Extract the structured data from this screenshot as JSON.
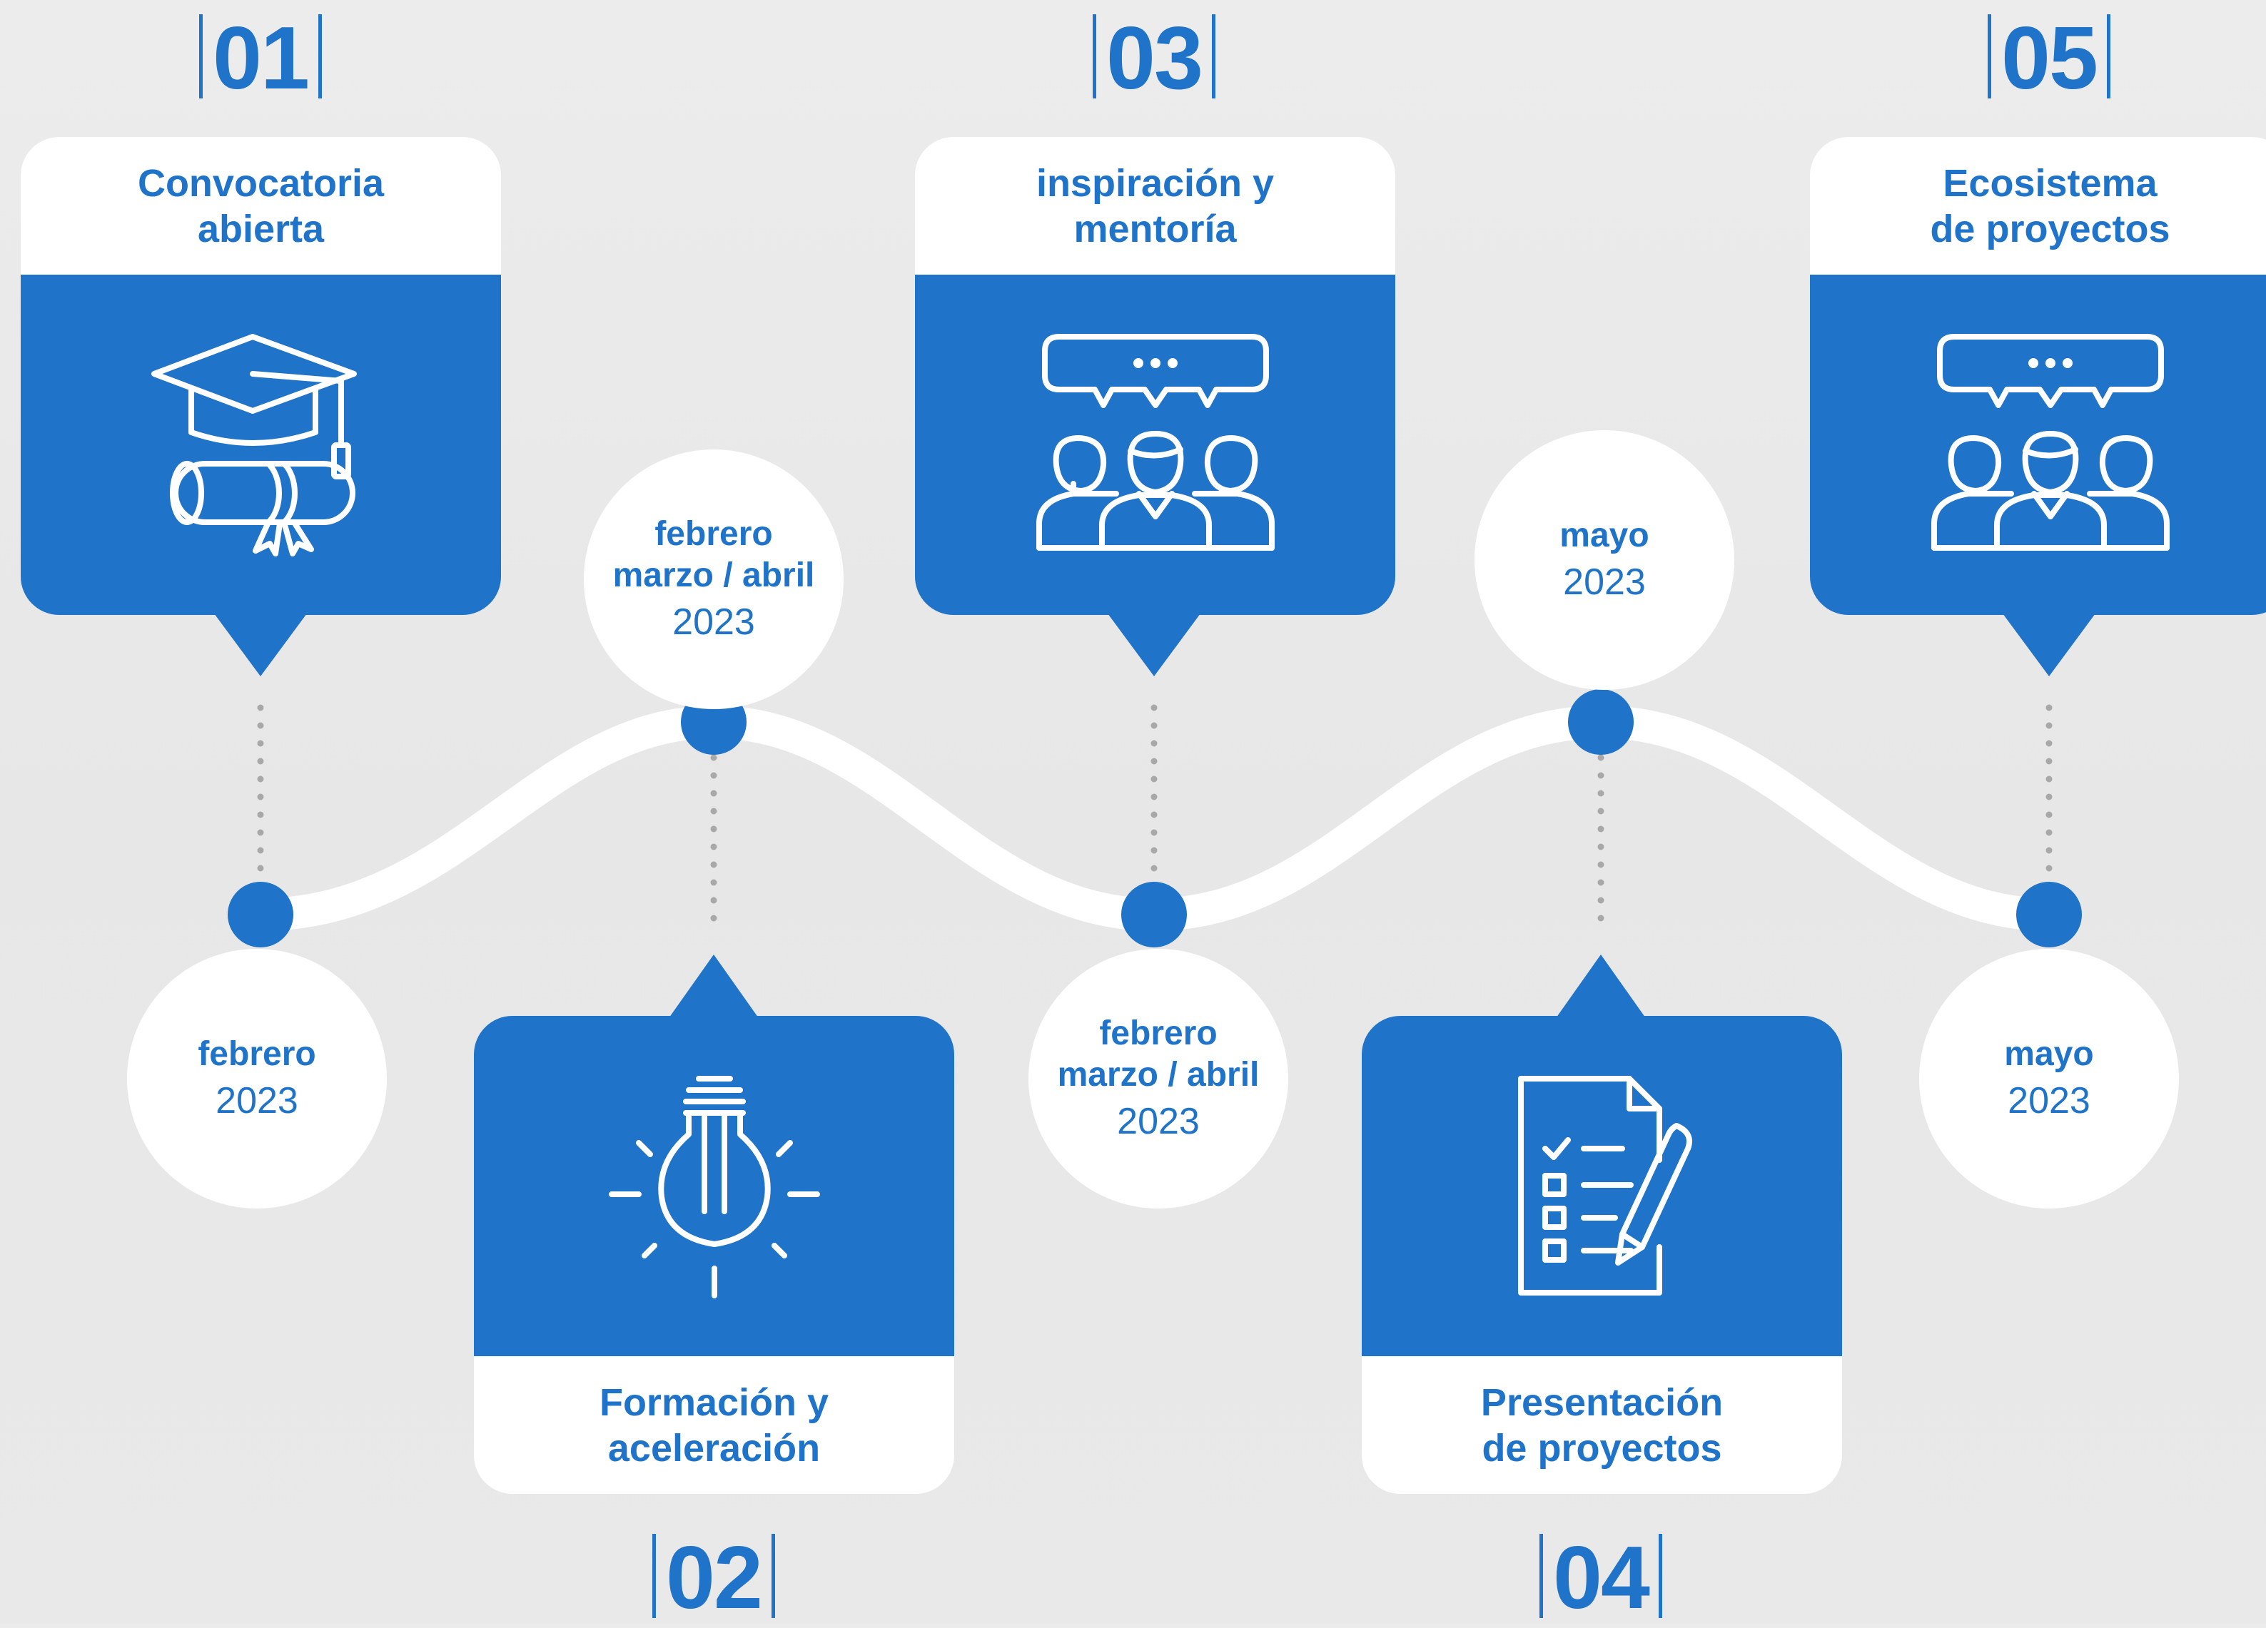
{
  "colors": {
    "accent": "#1f73c8",
    "white": "#ffffff",
    "dots": "#a8a8a8",
    "background": "#e9e9e9"
  },
  "stages": [
    {
      "number": "01",
      "title_lines": [
        "Convocatoria",
        "abierta"
      ],
      "icon": "graduation-cap-diploma-icon",
      "date_lines": [
        "febrero"
      ],
      "year": "2023"
    },
    {
      "number": "02",
      "title_lines": [
        "Formación y",
        "aceleración"
      ],
      "icon": "lightbulb-icon",
      "date_lines": [
        "febrero",
        "marzo / abril"
      ],
      "year": "2023"
    },
    {
      "number": "03",
      "title_lines": [
        "inspiración y",
        "mentoría"
      ],
      "icon": "group-discussion-icon",
      "date_lines": [
        "febrero",
        "marzo / abril"
      ],
      "year": "2023"
    },
    {
      "number": "04",
      "title_lines": [
        "Presentación",
        "de proyectos"
      ],
      "icon": "checklist-pencil-icon",
      "date_lines": [
        "mayo"
      ],
      "year": "2023"
    },
    {
      "number": "05",
      "title_lines": [
        "Ecosistema",
        "de proyectos"
      ],
      "icon": "group-discussion-icon",
      "date_lines": [
        "mayo"
      ],
      "year": "2023"
    }
  ]
}
